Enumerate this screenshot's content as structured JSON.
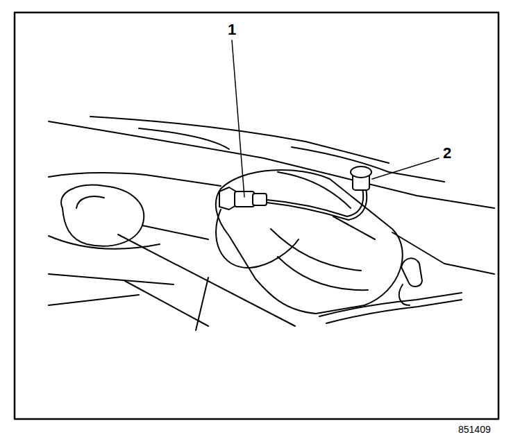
{
  "diagram": {
    "labels": [
      "1",
      "2",
      "851409"
    ]
  }
}
